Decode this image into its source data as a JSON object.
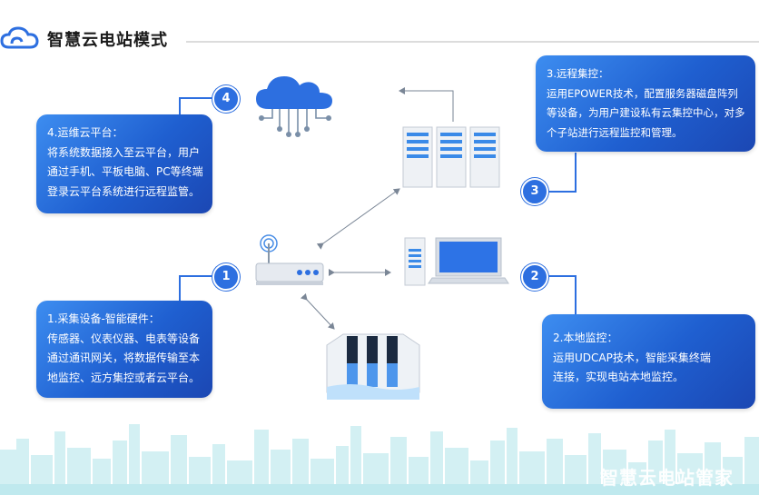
{
  "header": {
    "title": "智慧云电站模式"
  },
  "steps": [
    {
      "num": "1",
      "lines": [
        "1.采集设备-智能硬件：",
        "传感器、仪表仪器、电表等设备",
        "通过通讯网关，将数据传输至本",
        "地监控、远方集控或者云平台。"
      ]
    },
    {
      "num": "2",
      "lines": [
        "2.本地监控：",
        "运用UDCAP技术，智能采集终端",
        "连接，实现电站本地监控。"
      ]
    },
    {
      "num": "3",
      "lines": [
        "3.远程集控：",
        "运用EPOWER技术，配置服务器磁盘阵列",
        "等设备，为用户建设私有云集控中心，对多",
        "个子站进行远程监控和管理。"
      ]
    },
    {
      "num": "4",
      "lines": [
        "4.运维云平台：",
        "将系统数据接入至云平台，用户",
        "通过手机、平板电脑、PC等终端",
        "登录云平台系统进行远程监管。"
      ]
    }
  ],
  "watermark": "智慧云电站管家",
  "colors": {
    "accent": "#2d6fe0",
    "box_dark": "#1b47b3",
    "box_light": "#3d8df0",
    "skyline": "#cdeef2"
  },
  "icons": [
    "cloud-logo-icon",
    "cloud-network-icon",
    "server-rack-icon",
    "router-icon",
    "computer-icon",
    "hydro-dam-icon"
  ]
}
